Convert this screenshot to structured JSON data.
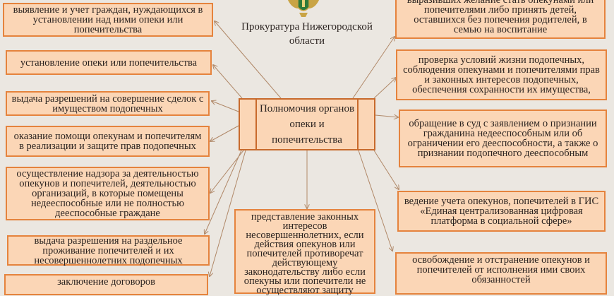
{
  "header": {
    "organization": "Прокуратура Нижегородской области",
    "logo_icon": "prosecutor-emblem-icon"
  },
  "center": {
    "title": "Полномочия органов опеки и попечительства"
  },
  "left_items": [
    "выявление и учет граждан, нуждающихся в установлении над ними опеки или попечительства",
    "установление опеки или попечительства",
    "выдача разрешений на совершение сделок с имуществом подопечных",
    "оказание помощи опекунам и попечителям в реализации и защите прав подопечных",
    "осуществление надзора за деятельностью опекунов и попечителей, деятельностью организаций, в которые помещены недееспособные или не полностью дееспособные граждане",
    "выдача разрешения на раздельное проживание попечителей и их несовершеннолетних подопечных",
    "заключение договоров"
  ],
  "bottom_item": "представление законных интересов несовершеннолетних, если действия опекунов или попечителей противоречат действующему законодательству либо если опекуны или попечители не осуществляют защиту",
  "right_items": [
    "подбор, учет и подготовка граждан, выразивших желание стать опекунами или попечителями либо принять детей, оставшихся без попечения родителей, в семью на воспитание",
    "проверка условий жизни подопечных, соблюдения опекунами и попечителями прав и законных интересов подопечных, обеспечения сохранности их имущества,",
    "обращение в суд с заявлением о признании гражданина недееспособным или об ограничении его дееспособности, а также о признании подопечного дееспособным",
    "ведение учета опекунов, попечителей в ГИС «Единая централизованная цифровая платформа в социальной сфере»",
    "освобождение и отстранение опекунов и попечителей от исполнения ими своих обязанностей"
  ],
  "colors": {
    "box_fill": "#fbd6b6",
    "box_border": "#e5833d",
    "arrow": "#b08868",
    "background": "#ebe7e1"
  }
}
